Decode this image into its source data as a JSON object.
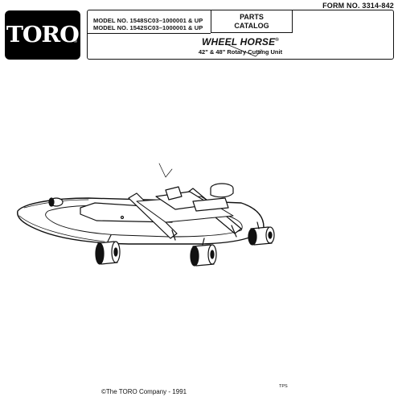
{
  "header": {
    "form_number": "FORM NO. 3314-842",
    "logo_text": "TORO",
    "logo_mark": "®",
    "model_lines": [
      "MODEL NO. 1548SC03–1000001 & UP",
      "MODEL NO. 1542SC03–1000001 & UP"
    ],
    "catalog_line1": "PARTS",
    "catalog_line2": "CATALOG",
    "product_name": "WHEEL HORSE",
    "product_mark": "®",
    "product_subtitle": "42\" & 48\" Rotary Cutting Unit"
  },
  "illustration": {
    "subject": "rotary-cutting-unit-mower-deck"
  },
  "footer": {
    "copyright": "©The TORO Company - 1991",
    "code": "TPS"
  }
}
